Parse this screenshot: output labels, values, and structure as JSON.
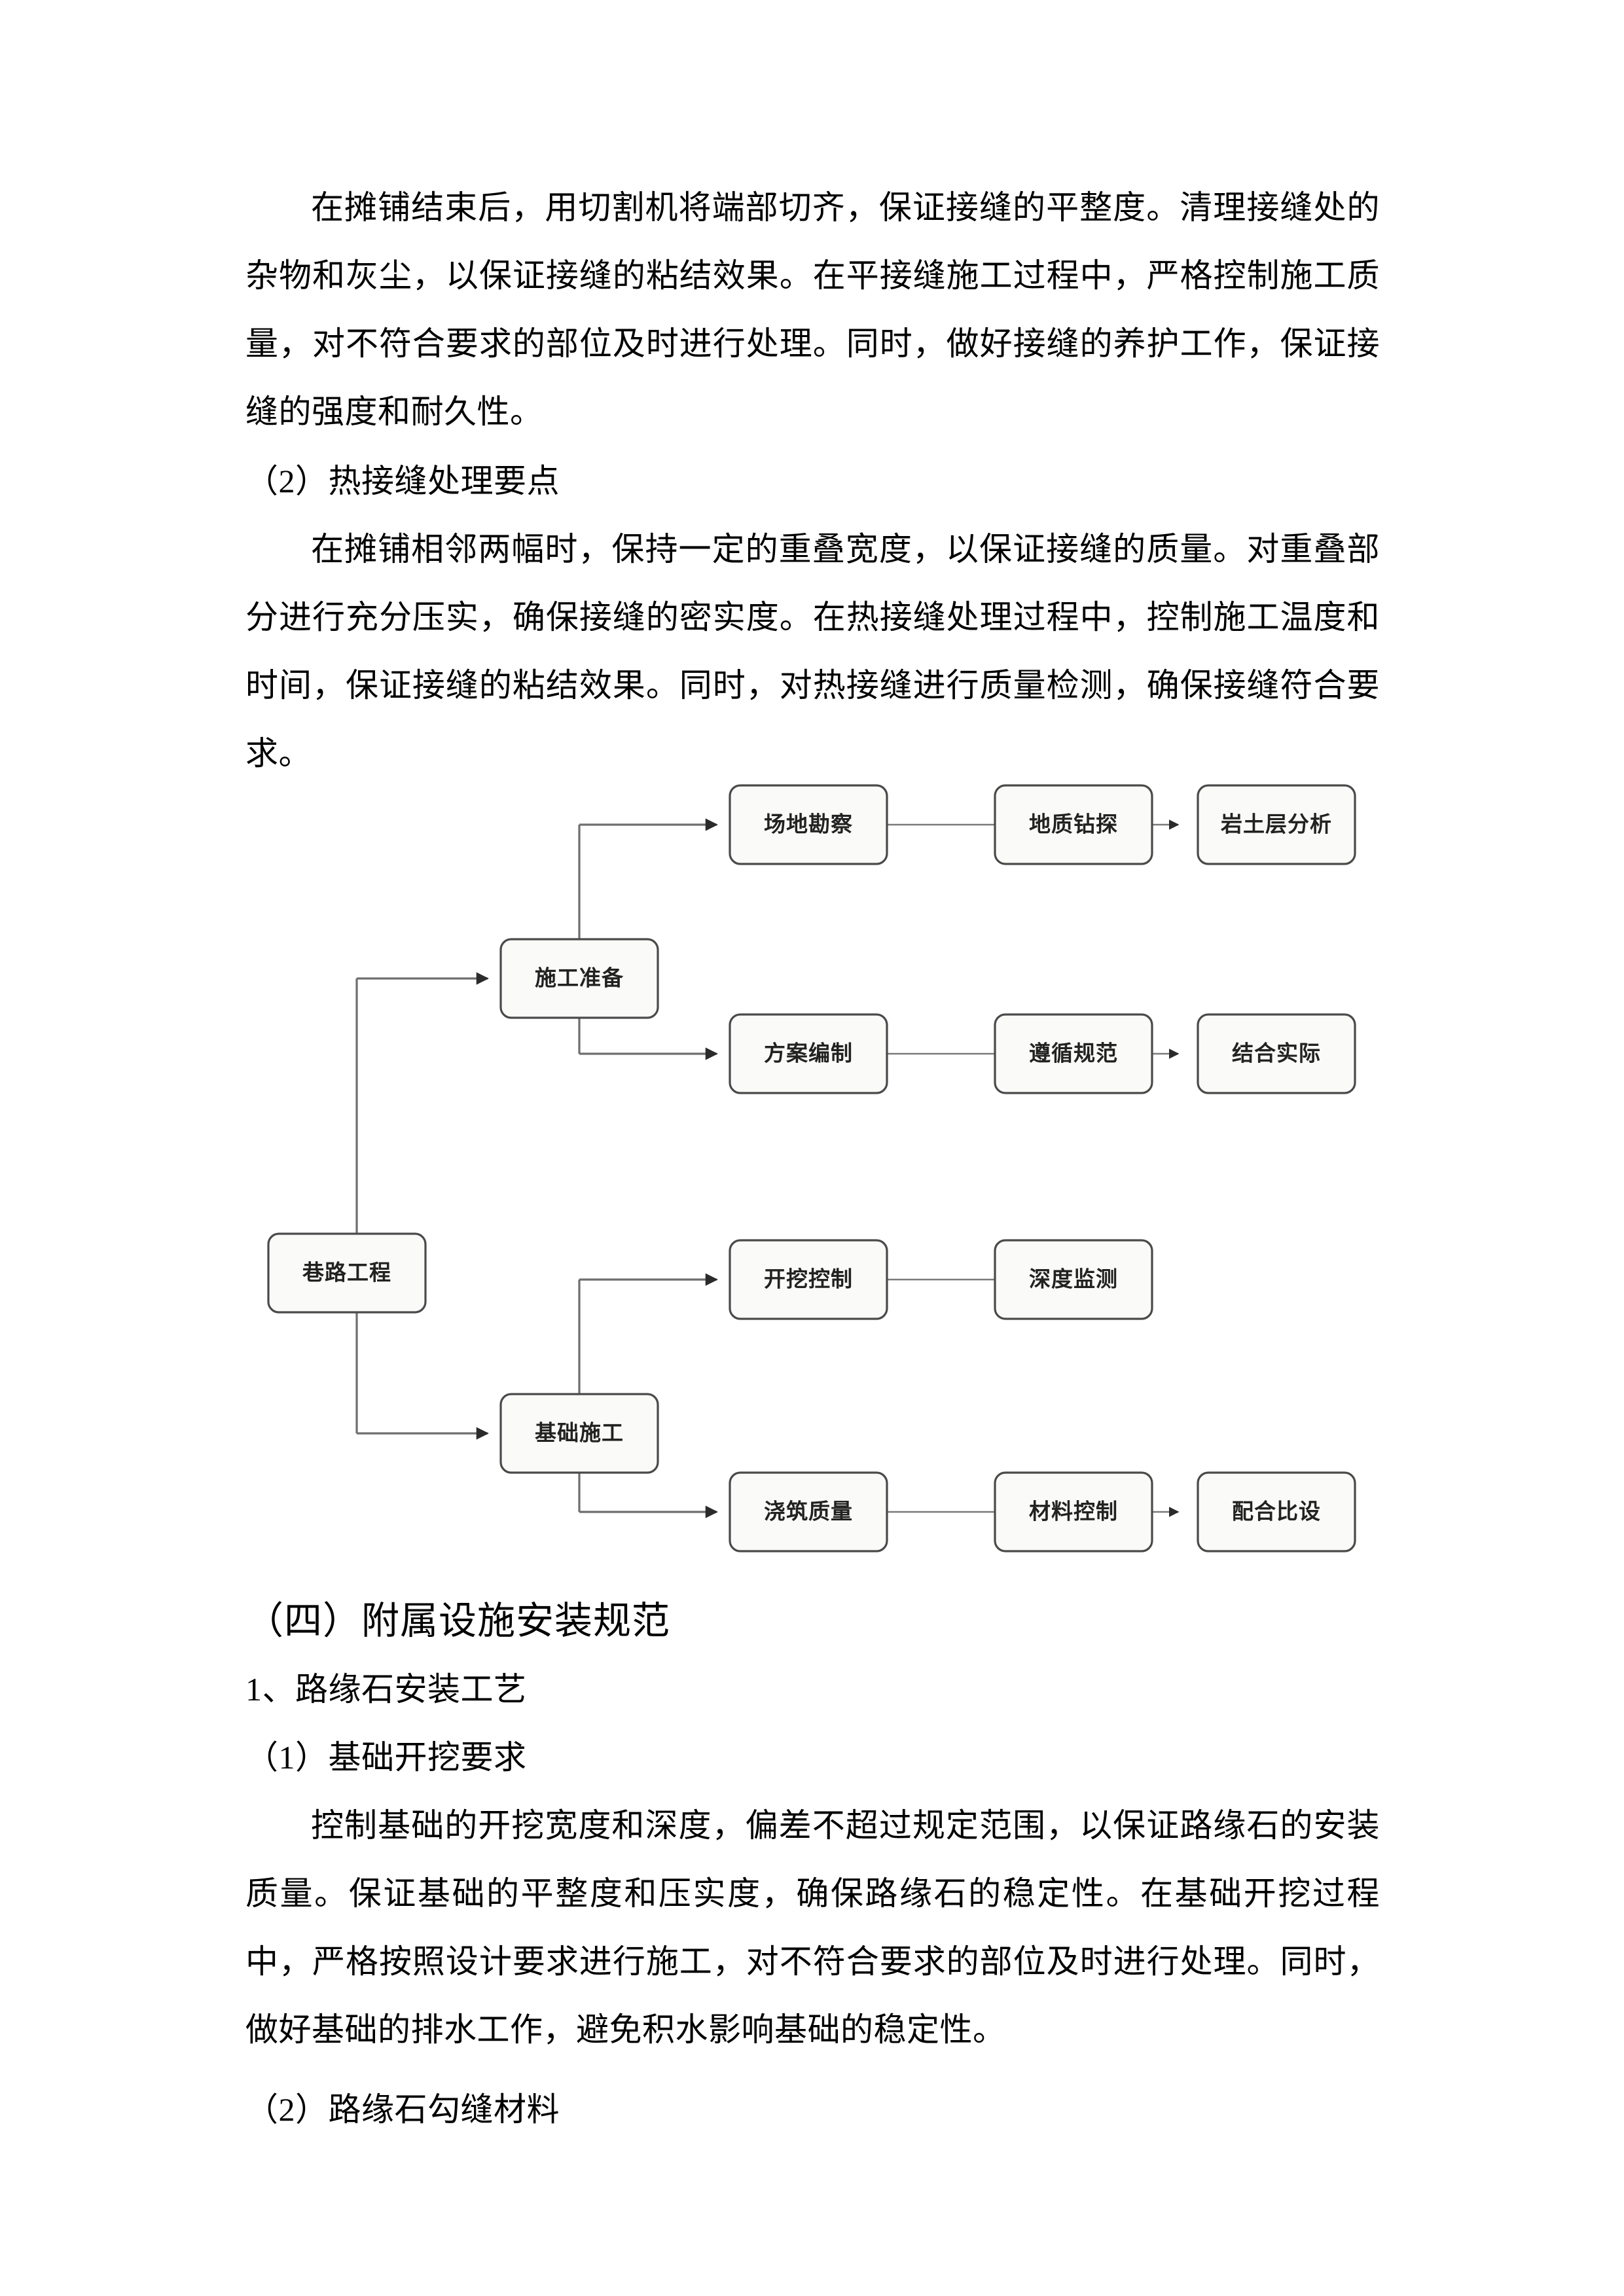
{
  "document": {
    "paragraphs": [
      {
        "id": "p1",
        "type": "body",
        "text": "在摊铺结束后，用切割机将端部切齐，保证接缝的平整度。清理接缝处的杂物和灰尘，以保证接缝的粘结效果。在平接缝施工过程中，严格控制施工质量，对不符合要求的部位及时进行处理。同时，做好接缝的养护工作，保证接缝的强度和耐久性。"
      },
      {
        "id": "p2",
        "type": "list-label",
        "text": "（2）热接缝处理要点"
      },
      {
        "id": "p3",
        "type": "body",
        "text": "在摊铺相邻两幅时，保持一定的重叠宽度，以保证接缝的质量。对重叠部分进行充分压实，确保接缝的密实度。在热接缝处理过程中，控制施工温度和时间，保证接缝的粘结效果。同时，对热接缝进行质量检测，确保接缝符合要求。"
      },
      {
        "id": "p4",
        "type": "heading",
        "text": "（四）附属设施安装规范"
      },
      {
        "id": "p5",
        "type": "list-label",
        "text": "1、路缘石安装工艺"
      },
      {
        "id": "p6",
        "type": "list-label",
        "text": "（1）基础开挖要求"
      },
      {
        "id": "p7",
        "type": "body",
        "text": "控制基础的开挖宽度和深度，偏差不超过规定范围，以保证路缘石的安装质量。保证基础的平整度和压实度，确保路缘石的稳定性。在基础开挖过程中，严格按照设计要求进行施工，对不符合要求的部位及时进行处理。同时，做好基础的排水工作，避免积水影响基础的稳定性。"
      },
      {
        "id": "p8",
        "type": "list-label",
        "text": "（2）路缘石勾缝材料"
      }
    ]
  },
  "flowchart": {
    "type": "tree-flowchart",
    "orientation": "left-to-right",
    "node_fill": "#fafaf8",
    "node_stroke": "#4a4a4a",
    "connector_color": "#6e6e6e",
    "nodes": {
      "root": {
        "label": "巷路工程"
      },
      "branch1": {
        "label": "施工准备"
      },
      "branch2": {
        "label": "基础施工"
      },
      "r1c1": {
        "label": "场地勘察"
      },
      "r1c2": {
        "label": "地质钻探"
      },
      "r1c3": {
        "label": "岩土层分析"
      },
      "r2c1": {
        "label": "方案编制"
      },
      "r2c2": {
        "label": "遵循规范"
      },
      "r2c3": {
        "label": "结合实际"
      },
      "r3c1": {
        "label": "开挖控制"
      },
      "r3c2": {
        "label": "深度监测"
      },
      "r4c1": {
        "label": "浇筑质量"
      },
      "r4c2": {
        "label": "材料控制"
      },
      "r4c3": {
        "label": "配合比设"
      }
    },
    "edges": [
      {
        "from": "root",
        "to": "branch1"
      },
      {
        "from": "root",
        "to": "branch2"
      },
      {
        "from": "branch1",
        "to": "r1c1"
      },
      {
        "from": "branch1",
        "to": "r2c1"
      },
      {
        "from": "branch2",
        "to": "r3c1"
      },
      {
        "from": "branch2",
        "to": "r4c1"
      },
      {
        "from": "r1c1",
        "to": "r1c2"
      },
      {
        "from": "r1c2",
        "to": "r1c3"
      },
      {
        "from": "r2c1",
        "to": "r2c2"
      },
      {
        "from": "r2c2",
        "to": "r2c3"
      },
      {
        "from": "r3c1",
        "to": "r3c2"
      },
      {
        "from": "r4c1",
        "to": "r4c2"
      },
      {
        "from": "r4c2",
        "to": "r4c3"
      }
    ]
  }
}
